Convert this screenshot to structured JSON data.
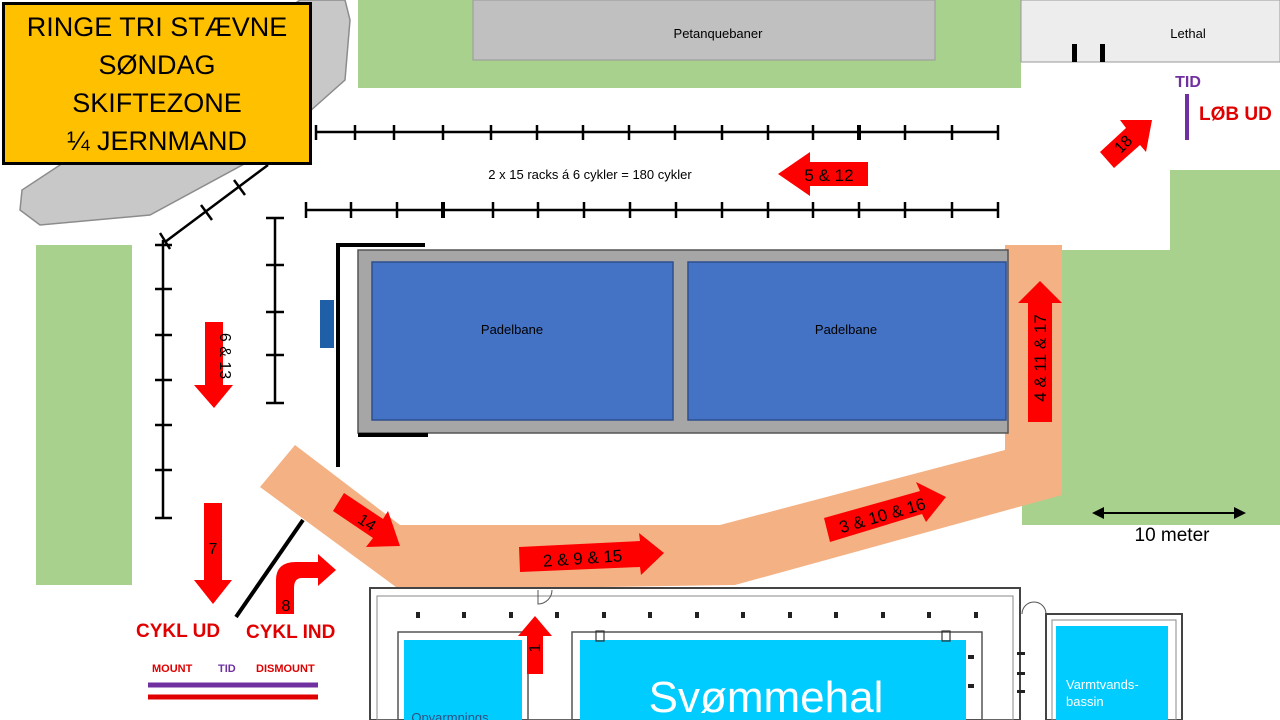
{
  "title": {
    "lines": [
      "RINGE TRI STÆVNE",
      "SØNDAG",
      "SKIFTEZONE",
      "¼ JERNMAND"
    ]
  },
  "labels": {
    "petanque": "Petanquebaner",
    "lethal": "Lethal",
    "racks_info": "2 x 15 racks á 6 cykler = 180 cykler",
    "padel_left": "Padelbane",
    "padel_right": "Padelbane",
    "swim_hall": "Svømmehal",
    "warm_pool_line1": "Varmtvands-",
    "warm_pool_line2": "bassin",
    "warmup_pool": "Opvarmnings",
    "scale": "10 meter",
    "tid_top": "TID",
    "run_out": "LØB UD",
    "bike_out": "CYKL UD",
    "bike_in": "CYKL IND",
    "mount": "MOUNT",
    "tid_bottom": "TID",
    "dismount": "DISMOUNT"
  },
  "arrows": {
    "a1": "1",
    "a2": "2 & 9 & 15",
    "a3": "3 & 10 & 16",
    "a4": "4 & 11 & 17",
    "a5": "5 & 12",
    "a6": "6 & 13",
    "a7": "7",
    "a8": "8",
    "a14": "14",
    "a18": "18"
  },
  "colors": {
    "title_bg": "#ffc000",
    "grass": "#a9d18e",
    "path": "#f4b183",
    "arrow": "#ff0000",
    "padel": "#4472c4",
    "pool": "#00ccff",
    "tid": "#7030a0",
    "red_text": "#e00000"
  }
}
